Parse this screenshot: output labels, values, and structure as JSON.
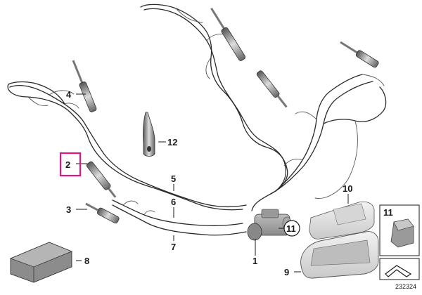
{
  "diagram": {
    "callouts": [
      {
        "id": "c1",
        "text": "1"
      },
      {
        "id": "c2",
        "text": "2"
      },
      {
        "id": "c3",
        "text": "3"
      },
      {
        "id": "c4",
        "text": "4"
      },
      {
        "id": "c5",
        "text": "5"
      },
      {
        "id": "c6",
        "text": "6"
      },
      {
        "id": "c7",
        "text": "7"
      },
      {
        "id": "c8",
        "text": "8"
      },
      {
        "id": "c9",
        "text": "9"
      },
      {
        "id": "c10",
        "text": "10"
      },
      {
        "id": "c11a",
        "text": "11"
      },
      {
        "id": "c11b",
        "text": "11"
      },
      {
        "id": "c12",
        "text": "12"
      }
    ],
    "reference_number": "232324",
    "highlight_color": "#e0147a",
    "line_color": "#1a1a1a"
  }
}
